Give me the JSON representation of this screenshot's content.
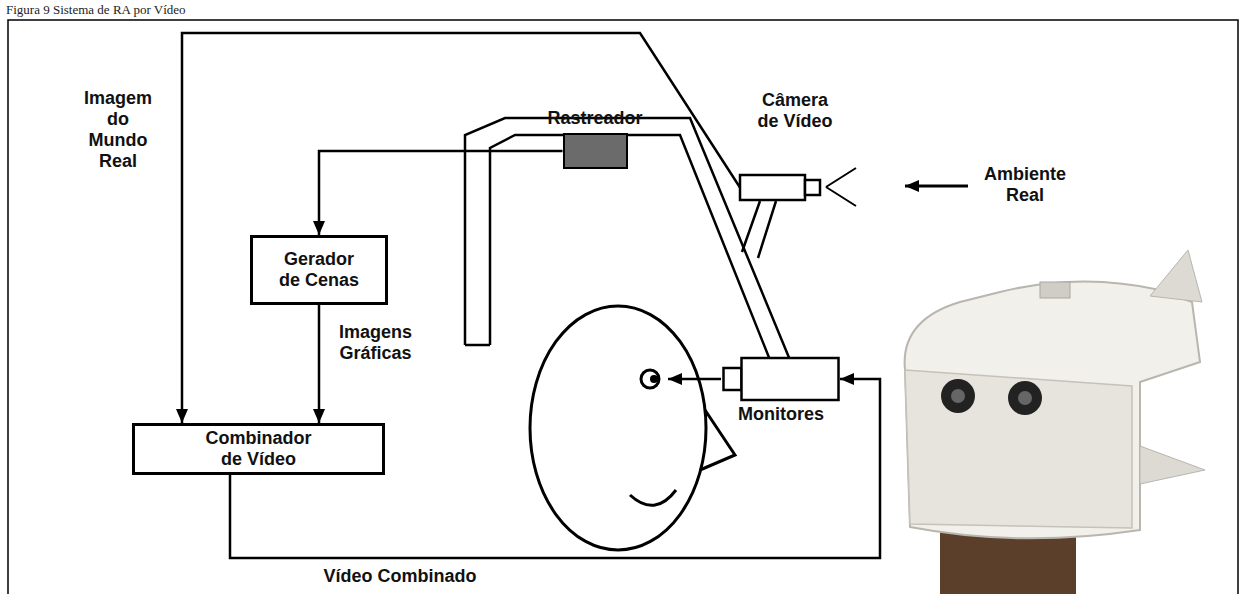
{
  "diagram": {
    "caption": "Figura 9 Sistema de RA por Vídeo",
    "nodes": [
      {
        "text": [
          "Rastreador"
        ]
      },
      {
        "text": [
          "Câmera de Vídeo"
        ]
      },
      {
        "text": [
          "Gerador de Cenas"
        ]
      },
      {
        "text": [
          "Monitores"
        ]
      },
      {
        "text": [
          "Combinador de Vídeo"
        ]
      }
    ],
    "edges": [
      {
        "from": 1,
        "to": 4,
        "arrow": "to",
        "label": "Imagem do Mundo Real"
      },
      {
        "from": 0,
        "to": 2,
        "arrow": "to"
      },
      {
        "from": 2,
        "to": 4,
        "arrow": "to",
        "label": "Imagens Gráficas"
      },
      {
        "from": 4,
        "to": 3,
        "arrow": "to",
        "label": "Vídeo Combinado"
      }
    ],
    "labels": [
      "Ambiente Real"
    ]
  }
}
